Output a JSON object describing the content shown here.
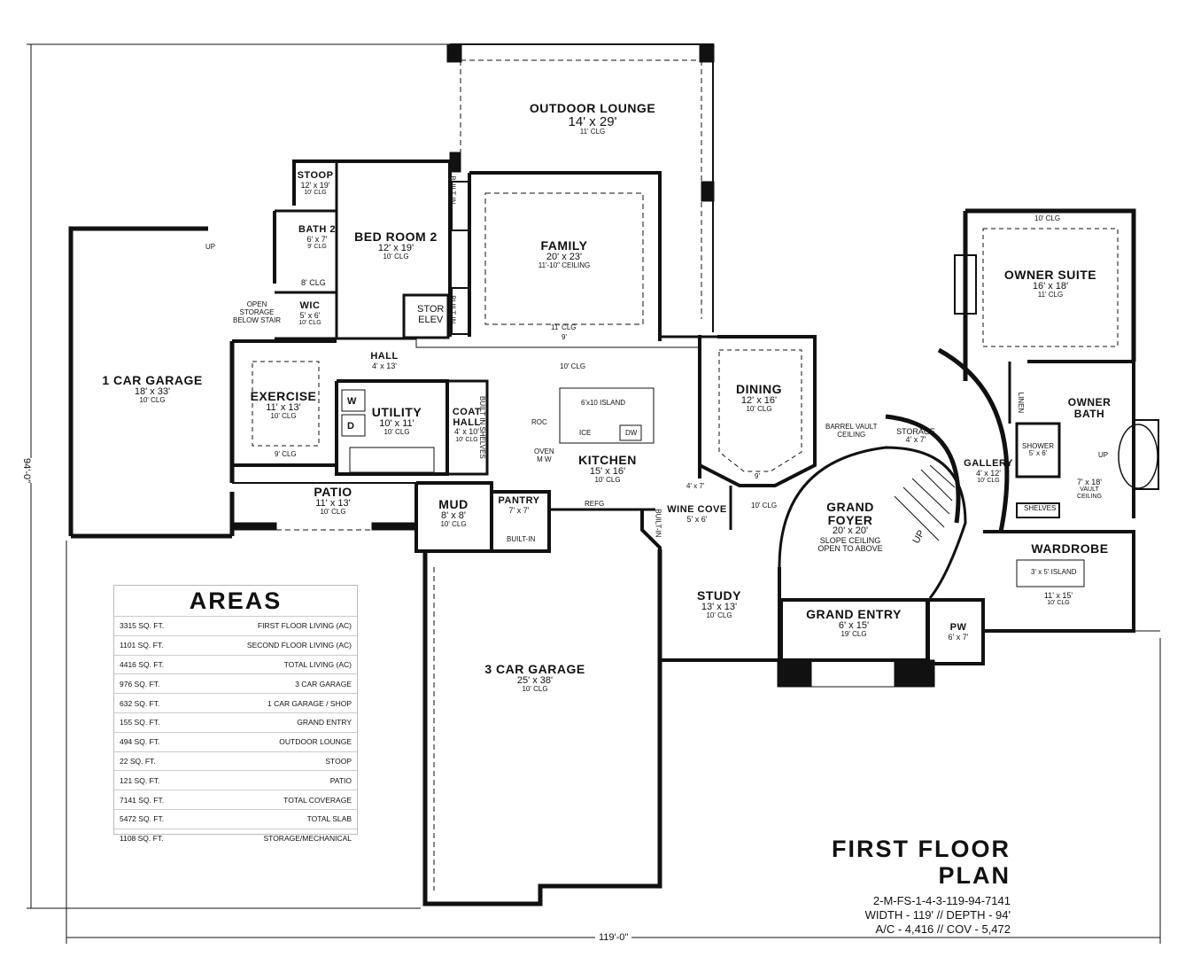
{
  "rooms": {
    "outdoor_lounge": {
      "name": "OUTDOOR LOUNGE",
      "dims": "14' x 29'",
      "clg": "11' CLG"
    },
    "family": {
      "name": "FAMILY",
      "dims": "20' x 23'",
      "clg": "11'-10\" CEILING"
    },
    "bed_room_2": {
      "name": "BED ROOM 2",
      "dims": "12' x 19'",
      "clg": "10' CLG"
    },
    "stoop": {
      "name": "STOOP",
      "dims": "12' x 19'",
      "clg": "10' CLG"
    },
    "bath_2": {
      "name": "BATH 2",
      "dims": "6' x 7'",
      "clg": "9' CLG"
    },
    "wic": {
      "name": "WIC",
      "dims": "5' x 6'",
      "clg": "10' CLG"
    },
    "one_car_garage": {
      "name": "1 CAR GARAGE",
      "dims": "18' x 33'",
      "clg": "10' CLG"
    },
    "exercise": {
      "name": "EXERCISE",
      "dims": "11' x 13'",
      "clg": "10' CLG"
    },
    "utility": {
      "name": "UTILITY",
      "dims": "10' x 11'",
      "clg": "10' CLG"
    },
    "coat_hall": {
      "name": "COAT\nHALL",
      "dims": "4' x 10'",
      "clg": "10' CLG"
    },
    "hall": {
      "name": "HALL",
      "dims": "4' x 13'",
      "clg": ""
    },
    "kitchen": {
      "name": "KITCHEN",
      "dims": "15' x 16'",
      "clg": "10' CLG"
    },
    "dining": {
      "name": "DINING",
      "dims": "12' x 16'",
      "clg": "10' CLG"
    },
    "patio": {
      "name": "PATIO",
      "dims": "11' x 13'",
      "clg": "10' CLG"
    },
    "mud": {
      "name": "MUD",
      "dims": "8' x 8'",
      "clg": "10' CLG"
    },
    "pantry": {
      "name": "PANTRY",
      "dims": "7' x 7'",
      "clg": ""
    },
    "wine_cove": {
      "name": "WINE COVE",
      "dims": "5' x 6'",
      "clg": ""
    },
    "grand_foyer": {
      "name": "GRAND\nFOYER",
      "dims": "20' x 20'",
      "clg": "SLOPE CEILING\nOPEN TO ABOVE"
    },
    "study": {
      "name": "STUDY",
      "dims": "13' x 13'",
      "clg": "10' CLG"
    },
    "grand_entry": {
      "name": "GRAND ENTRY",
      "dims": "6' x 15'",
      "clg": "19' CLG"
    },
    "three_car_garage": {
      "name": "3 CAR GARAGE",
      "dims": "25' x 38'",
      "clg": "10' CLG"
    },
    "owner_suite": {
      "name": "OWNER SUITE",
      "dims": "16' x 18'",
      "clg": "11' CLG"
    },
    "owner_bath": {
      "name": "OWNER\nBATH",
      "dims": "7' x 18'",
      "clg": "VAULT\nCEILING"
    },
    "gallery": {
      "name": "GALLERY",
      "dims": "4' x 12'",
      "clg": "10' CLG"
    },
    "storage": {
      "name": "STORAGE",
      "dims": "4' x 7'",
      "clg": ""
    },
    "wardrobe": {
      "name": "WARDROBE",
      "dims": "11' x 15'",
      "clg": "10' CLG"
    },
    "pw": {
      "name": "PW",
      "dims": "6' x 7'",
      "clg": ""
    },
    "shower": {
      "name": "SHOWER",
      "dims": "5' x 6'",
      "clg": ""
    }
  },
  "notes": {
    "open_storage": "OPEN\nSTORAGE\nBELOW STAIR",
    "up_left": "UP",
    "up_stair": "UP",
    "up_right": "UP",
    "eight_clg": "8' CLG",
    "nine_clg_ex": "9' CLG",
    "ten_clg_center": "10' CLG",
    "eleven_clg_family": "11' CLG",
    "nine_family": "9'",
    "nine_dining": "9'",
    "ten_clg_owner": "10' CLG",
    "ten_clg_foyer": "10' CLG",
    "built_in_1": "BUILT-IN",
    "built_in_2": "BUILT-IN",
    "built_in_pantry": "BUILT-IN",
    "built_in_wine": "BUILT-IN",
    "built_in_shelves": "BUILT IN SHELVES",
    "island": "6'x10 ISLAND",
    "dw": "DW",
    "ice": "ICE",
    "roc": "ROC",
    "oven_mw": "OVEN\nM W",
    "refg": "REFG",
    "barrel_vault": "BARREL VAULT\nCEILING",
    "four_x_seven": "4' x 7'",
    "stor_elev": "STOR\nELEV",
    "linen": "LINEN",
    "shelves": "SHELVES",
    "wardrobe_island": "3' x 5' ISLAND",
    "w": "W",
    "d": "D"
  },
  "areas": {
    "title": "AREAS",
    "rows": [
      {
        "label": "FIRST FLOOR LIVING (AC)",
        "value": "3315 SQ. FT."
      },
      {
        "label": "SECOND FLOOR LIVING (AC)",
        "value": "1101 SQ. FT."
      },
      {
        "label": "TOTAL LIVING (AC)",
        "value": "4416 SQ. FT."
      },
      {
        "label": "3 CAR GARAGE",
        "value": "976 SQ. FT."
      },
      {
        "label": "1 CAR GARAGE / SHOP",
        "value": "632 SQ. FT."
      },
      {
        "label": "GRAND ENTRY",
        "value": "155 SQ. FT."
      },
      {
        "label": "OUTDOOR LOUNGE",
        "value": "494 SQ. FT."
      },
      {
        "label": "STOOP",
        "value": "22 SQ. FT."
      },
      {
        "label": "PATIO",
        "value": "121 SQ. FT."
      },
      {
        "label": "TOTAL COVERAGE",
        "value": "7141 SQ. FT."
      },
      {
        "label": "TOTAL SLAB",
        "value": "5472 SQ. FT."
      },
      {
        "label": "STORAGE/MECHANICAL",
        "value": "1108 SQ. FT."
      }
    ]
  },
  "plan_title": {
    "title": "FIRST FLOOR PLAN",
    "code": "2-M-FS-1-4-3-119-94-7141",
    "size": "WIDTH - 119' // DEPTH - 94'",
    "ac": "A/C - 4,416 // COV - 5,472"
  },
  "dimensions": {
    "width": "119'-0\"",
    "depth": "94'-0\""
  }
}
